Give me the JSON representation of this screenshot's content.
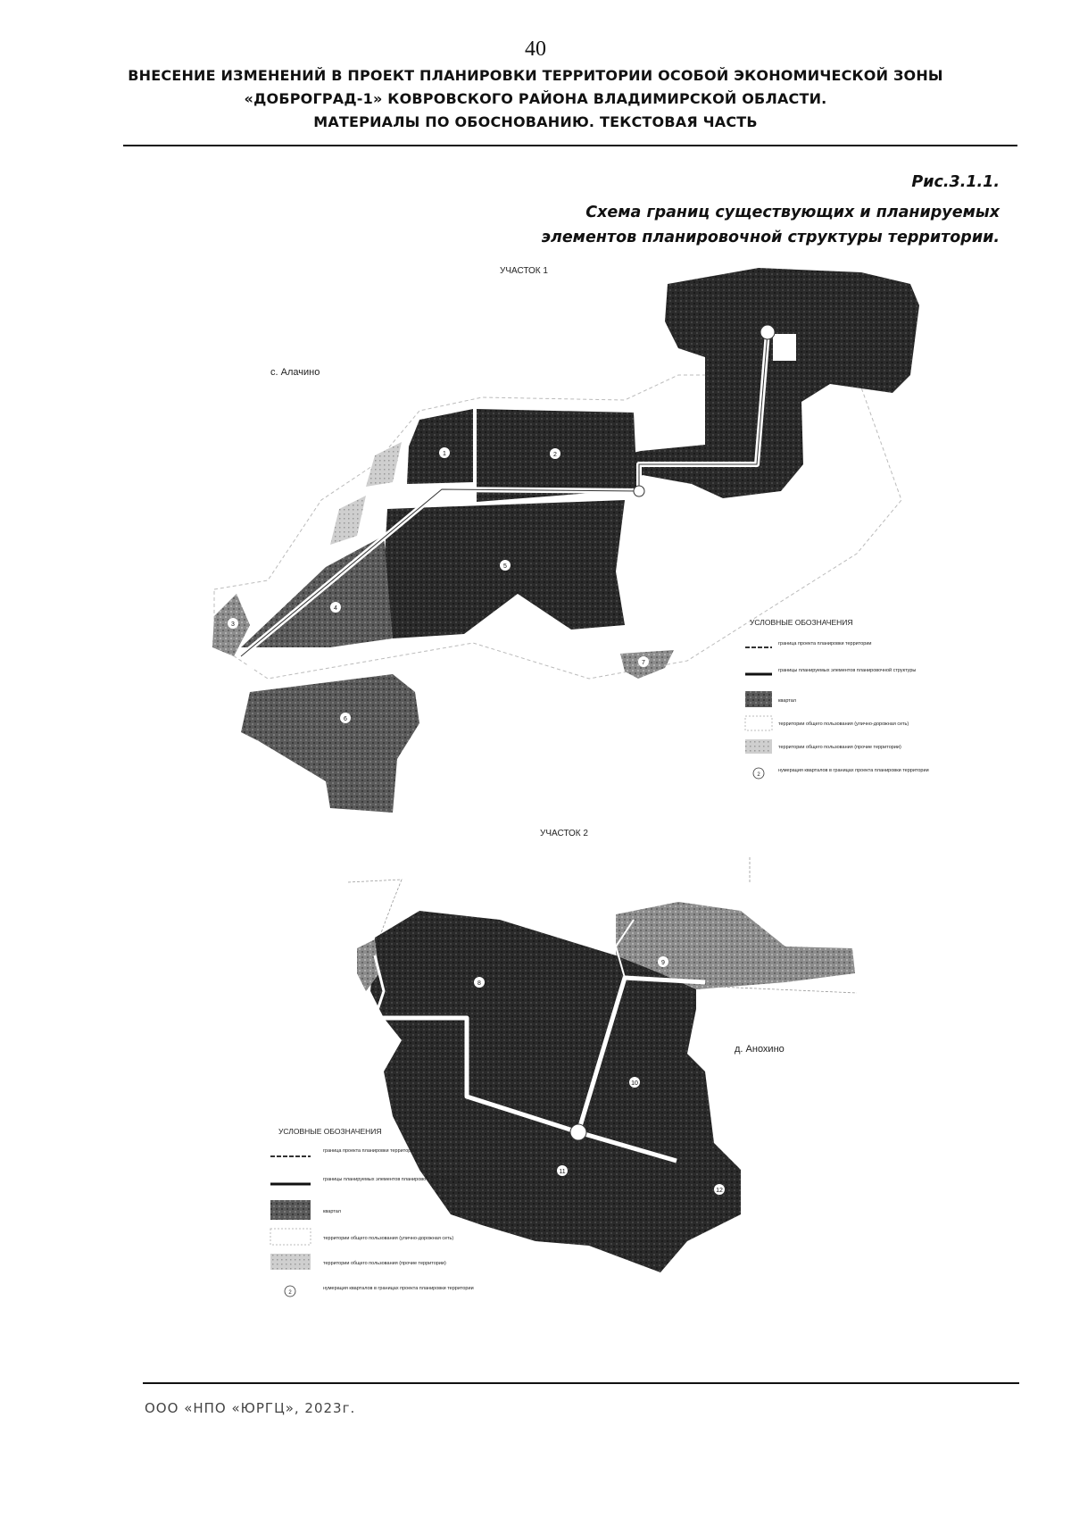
{
  "page_number": "40",
  "header": {
    "line1": "ВНЕСЕНИЕ ИЗМЕНЕНИЙ В ПРОЕКТ ПЛАНИРОВКИ ТЕРРИТОРИИ ОСОБОЙ ЭКОНОМИЧЕСКОЙ ЗОНЫ",
    "line2": "«ДОБРОГРАД-1» КОВРОВСКОГО РАЙОНА ВЛАДИМИРСКОЙ ОБЛАСТИ.",
    "line3": "МАТЕРИАЛЫ ПО ОБОСНОВАНИЮ. ТЕКСТОВАЯ ЧАСТЬ"
  },
  "figure": {
    "number": "Рис.3.1.1.",
    "title_line1": "Схема границ существующих и планируемых",
    "title_line2": "элементов планировочной структуры территории."
  },
  "map1": {
    "title": "УЧАСТОК 1",
    "place": "с. Алачино",
    "quarters": [
      "1",
      "2",
      "3",
      "4",
      "5",
      "6",
      "7"
    ]
  },
  "map2": {
    "title": "УЧАСТОК 2",
    "place": "д. Анохино",
    "quarters": [
      "8",
      "9",
      "10",
      "11",
      "12"
    ]
  },
  "legend": {
    "title": "УСЛОВНЫЕ ОБОЗНАЧЕНИЯ",
    "items": [
      "граница проекта планировки территории",
      "границы планируемых элементов планировочной структуры",
      "квартал",
      "территории общего пользования (улично-дорожная сеть)",
      "территории общего пользования (прочие территории)",
      "нумерация кварталов в границах проекта планировки территории"
    ],
    "sample_number": "2"
  },
  "footer": "ООО «НПО «ЮРГЦ», 2023г.",
  "colors": {
    "quarter_dark": "#2a2a2a",
    "quarter_mid": "#565656",
    "quarter_light": "#8a8a8a",
    "road": "#ffffff"
  }
}
